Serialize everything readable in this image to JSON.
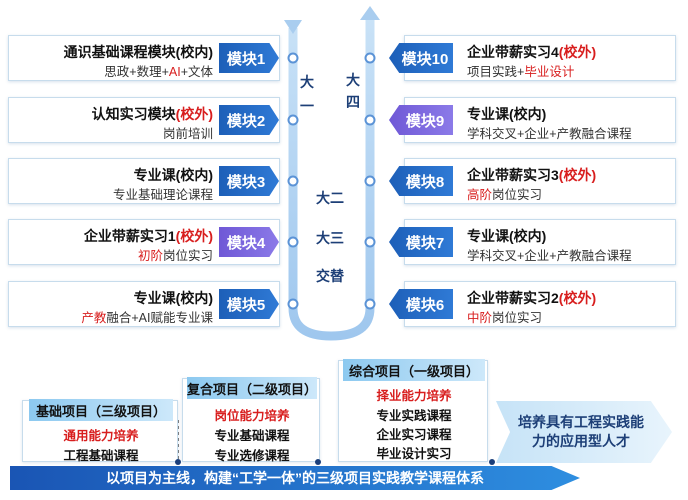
{
  "left_modules": [
    {
      "badge": "模块1",
      "title": "通识基础课程模块(校内)",
      "title_red": "",
      "sub_parts": [
        {
          "t": "思政+数理+",
          "red": false
        },
        {
          "t": "AI",
          "red": true
        },
        {
          "t": "+文体",
          "red": false
        }
      ],
      "color": "dark"
    },
    {
      "badge": "模块2",
      "title": "认知实习模块",
      "title_red": "(校外)",
      "sub_parts": [
        {
          "t": "岗前培训",
          "red": false
        }
      ],
      "color": "dark"
    },
    {
      "badge": "模块3",
      "title": "专业课(校内)",
      "title_red": "",
      "sub_parts": [
        {
          "t": "专业基础理论课程",
          "red": false
        }
      ],
      "color": "dark"
    },
    {
      "badge": "模块4",
      "title": "企业带薪实习1",
      "title_red": "(校外)",
      "sub_parts": [
        {
          "t": "初阶",
          "red": true
        },
        {
          "t": "岗位实习",
          "red": false
        }
      ],
      "color": "purple"
    },
    {
      "badge": "模块5",
      "title": "专业课(校内)",
      "title_red": "",
      "sub_parts": [
        {
          "t": "产教",
          "red": true
        },
        {
          "t": "融合+AI赋能专业课",
          "red": false
        }
      ],
      "color": "dark"
    }
  ],
  "right_modules": [
    {
      "badge": "模块10",
      "title": "企业带薪实习4",
      "title_red": "(校外)",
      "sub_parts": [
        {
          "t": "项目实践+",
          "red": false
        },
        {
          "t": "毕业设计",
          "red": true
        }
      ],
      "color": "dark"
    },
    {
      "badge": "模块9",
      "title": "专业课(校内)",
      "title_red": "",
      "sub_parts": [
        {
          "t": "学科交叉+企业+产教融合课程",
          "red": false
        }
      ],
      "color": "purple"
    },
    {
      "badge": "模块8",
      "title": "企业带薪实习3",
      "title_red": "(校外)",
      "sub_parts": [
        {
          "t": "高阶",
          "red": true
        },
        {
          "t": "岗位实习",
          "red": false
        }
      ],
      "color": "dark"
    },
    {
      "badge": "模块7",
      "title": "专业课(校内)",
      "title_red": "",
      "sub_parts": [
        {
          "t": "学科交叉+企业+产教融合课程",
          "red": false
        }
      ],
      "color": "dark"
    },
    {
      "badge": "模块6",
      "title": "企业带薪实习2",
      "title_red": "(校外)",
      "sub_parts": [
        {
          "t": "中阶",
          "red": true
        },
        {
          "t": "岗位实习",
          "red": false
        }
      ],
      "color": "dark"
    }
  ],
  "track_labels": {
    "year1_a": "大",
    "year1_b": "一",
    "year4_a": "大",
    "year4_b": "四",
    "mid_a": "大二",
    "mid_b": "大三",
    "mid_c": "交替"
  },
  "tiers": [
    {
      "head": "基础项目（三级项目）",
      "items": [
        {
          "t": "通用能力培养",
          "red": true
        },
        {
          "t": "工程基础课程",
          "red": false
        }
      ]
    },
    {
      "head": "复合项目（二级项目）",
      "items": [
        {
          "t": "岗位能力培养",
          "red": true
        },
        {
          "t": "专业基础课程",
          "red": false
        },
        {
          "t": "专业选修课程",
          "red": false
        }
      ]
    },
    {
      "head": "综合项目（一级项目）",
      "items": [
        {
          "t": "择业能力培养",
          "red": true
        },
        {
          "t": "专业实践课程",
          "red": false
        },
        {
          "t": "企业实习课程",
          "red": false
        },
        {
          "t": "毕业设计实习",
          "red": false
        }
      ]
    }
  ],
  "outcome": "培养具有工程实践能力的应用型人才",
  "bottom_bar": "以项目为主线，构建“工学一体”的三级项目实践教学课程体系",
  "colors": {
    "dark": "#1d5fb8",
    "purple": "#7563dc",
    "red": "#d81e1e",
    "track": "#a9cdef"
  }
}
